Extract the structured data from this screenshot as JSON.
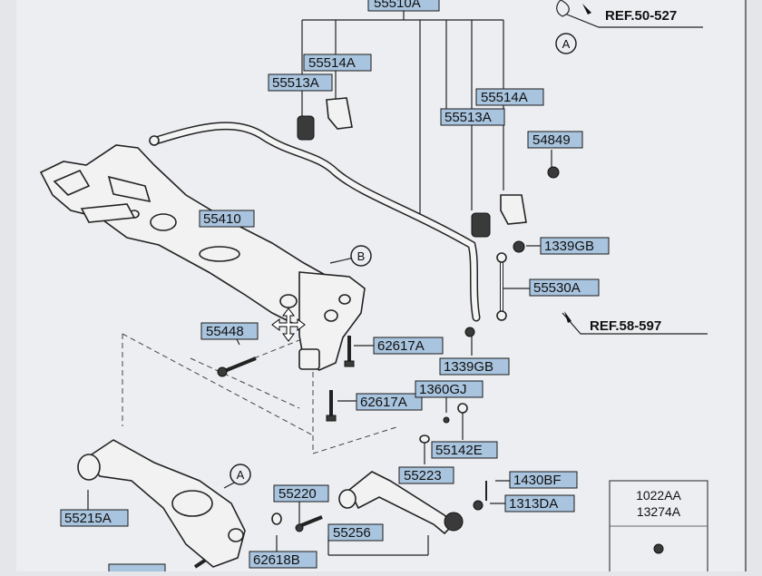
{
  "diagram": {
    "labels": {
      "stabilizer_assy": "55510A",
      "bushing_bracket_left": "55514A",
      "bushing_left": "55513A",
      "bushing_bracket_right": "55514A",
      "bushing_right": "55513A",
      "cap": "54849",
      "nut_link_top": "1339GB",
      "stabilizer_link": "55530A",
      "nut_link_bottom": "1339GB",
      "crossmember": "55410",
      "bolt_55448": "55448",
      "bolt_62617A_upper": "62617A",
      "bolt_62617A_lower": "62617A",
      "nut_1360GJ": "1360GJ",
      "bushing_55142E": "55142E",
      "washer_55223": "55223",
      "bolt_1430BF": "1430BF",
      "nut_1313DA": "1313DA",
      "bolt_55220": "55220",
      "lower_arm": "55215A",
      "lateral_arm": "55256",
      "nut_62618B": "62618B"
    },
    "refs": {
      "ref_top": "REF.50-527",
      "ref_mid": "REF.58-597"
    },
    "callouts": {
      "a_top": "A",
      "b": "B",
      "a_arm": "A"
    },
    "legend_box": {
      "line1": "1022AA",
      "line2": "13274A"
    }
  }
}
